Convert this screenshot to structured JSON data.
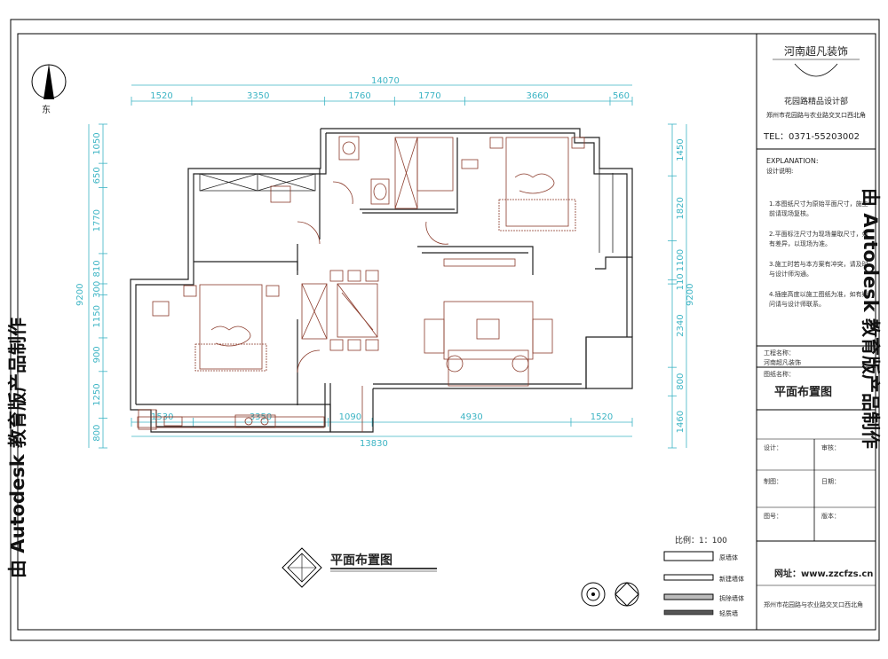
{
  "compass": {
    "label": "东"
  },
  "dimensions": {
    "top_total": "14070",
    "top_segments": [
      "1520",
      "3350",
      "1760",
      "1770",
      "3660",
      "560"
    ],
    "bottom_total": "13830",
    "bottom_segments": [
      "1530",
      "3350",
      "1090",
      "4930",
      "1520"
    ],
    "left_total": "9200",
    "left_segments": [
      "1050",
      "650",
      "1770",
      "810",
      "300",
      "1150",
      "900",
      "1250",
      "800"
    ],
    "right_total": "9200",
    "right_segments": [
      "1450",
      "1820",
      "1100",
      "110",
      "2340",
      "800",
      "1460"
    ]
  },
  "plan_title": "平面布置图",
  "scale": {
    "label": "比例：1：100"
  },
  "legend": [
    {
      "label": "原墙体"
    },
    {
      "label": "新建墙体"
    },
    {
      "label": "拆除墙体"
    },
    {
      "label": "轻质墙"
    }
  ],
  "title_block": {
    "company": "河南超凡装饰",
    "department": "花园路精品设计部",
    "address": "郑州市花园路与农业路交叉口西北角",
    "tel": "TEL：0371-55203002",
    "explanation_title": "EXPLANATION:",
    "explanation_subtitle": "设计说明:",
    "notes": [
      "1.本图纸尺寸为原始平面尺寸，施工前请现场复核。",
      "2.平面标注尺寸为现场量取尺寸，如有差异，以现场为准。",
      "3.施工时若与本方案有冲突，请及时与设计师沟通。",
      "4.插座高度以施工图纸为准，如有疑问请与设计师联系。"
    ],
    "project_label": "工程名称：",
    "project_value": "河南超凡装饰",
    "drawing_label": "图纸名称：",
    "drawing_title": "平面布置图",
    "designer_label": "设计：",
    "checker_label": "审核：",
    "drafter_label": "制图：",
    "date_label": "日期：",
    "number_label": "图号：",
    "version_label": "版本：",
    "website": "网址：www.zzcfzs.cn",
    "footer": "郑州市花园路与农业路交叉口西北角"
  },
  "watermark": {
    "left": "由 Autodesk 教育版产品制作",
    "right": "由 Autodesk 教育版产品制作"
  },
  "colors": {
    "dim": "#3cb4c4",
    "wall": "#222222",
    "furniture": "#8a3a2a"
  }
}
